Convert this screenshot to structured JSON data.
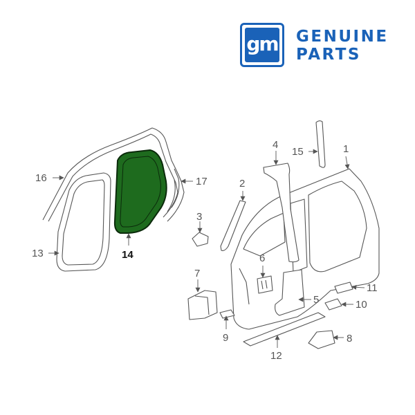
{
  "brand": {
    "mark": "gm",
    "line1": "GENUINE",
    "line2": "PARTS",
    "color": "#1a62b8"
  },
  "colors": {
    "highlight_fill": "#1e6b1e",
    "highlight_stroke": "#0b2a0b",
    "line": "#555555"
  },
  "callouts": {
    "c1": "1",
    "c2": "2",
    "c3": "3",
    "c4": "4",
    "c5": "5",
    "c6": "6",
    "c7": "7",
    "c8": "8",
    "c9": "9",
    "c10": "10",
    "c11": "11",
    "c12": "12",
    "c13": "13",
    "c14": "14",
    "c15": "15",
    "c16": "16",
    "c17": "17"
  },
  "highlighted_part": "14"
}
